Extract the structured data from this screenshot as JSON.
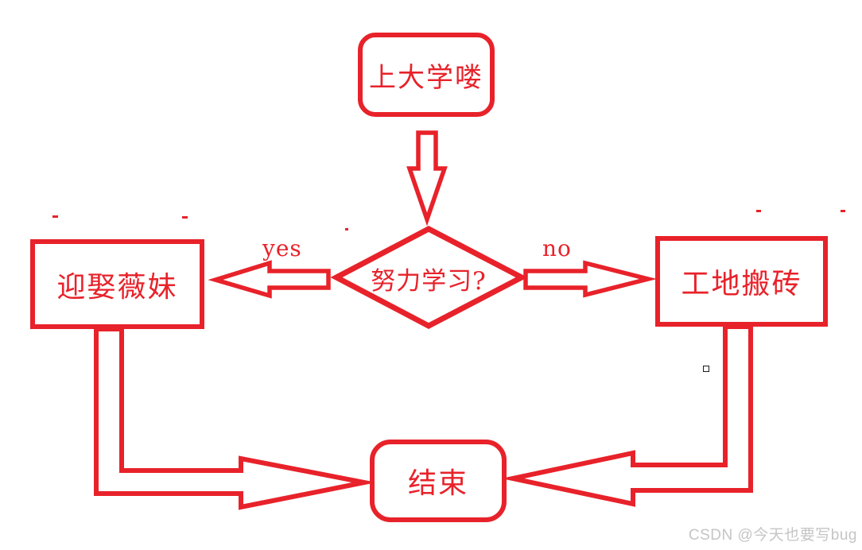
{
  "colors": {
    "accent": "#e8222a",
    "watermark": "#c5c5c5"
  },
  "flowchart": {
    "nodes": {
      "start": {
        "label": "上大学喽",
        "shape": "rounded-rectangle"
      },
      "decision": {
        "label": "努力学习?",
        "shape": "diamond"
      },
      "yes_outcome": {
        "label": "迎娶薇妹",
        "shape": "rectangle"
      },
      "no_outcome": {
        "label": "工地搬砖",
        "shape": "rectangle"
      },
      "end": {
        "label": "结束",
        "shape": "rounded-rectangle"
      }
    },
    "edge_labels": {
      "yes": "yes",
      "no": "no"
    }
  },
  "watermark": {
    "text": "CSDN @今天也要写bug"
  }
}
